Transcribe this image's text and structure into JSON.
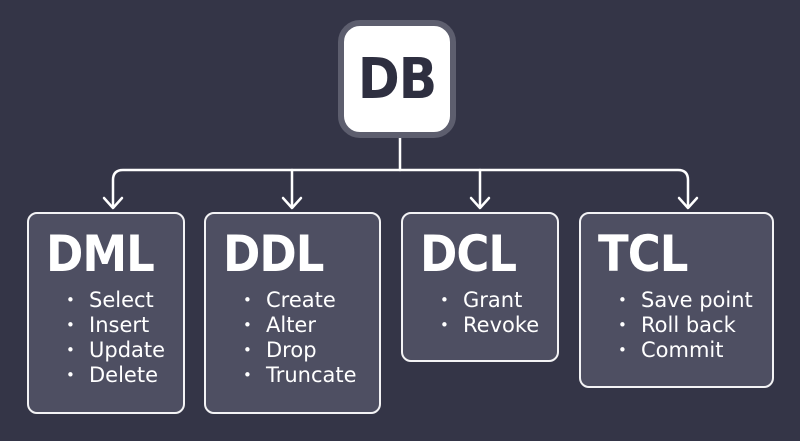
{
  "root": {
    "label": "DB"
  },
  "categories": [
    {
      "title": "DML",
      "items": [
        "Select",
        "Insert",
        "Update",
        "Delete"
      ]
    },
    {
      "title": "DDL",
      "items": [
        "Create",
        "Alter",
        "Drop",
        "Truncate"
      ]
    },
    {
      "title": "DCL",
      "items": [
        "Grant",
        "Revoke"
      ]
    },
    {
      "title": "TCL",
      "items": [
        "Save point",
        "Roll back",
        "Commit"
      ]
    }
  ],
  "colors": {
    "background": "#343547",
    "box_fill": "#4e4f62",
    "box_border": "#f3f3f5",
    "root_fill": "#ffffff",
    "root_border": "#5d5e6e",
    "root_text": "#2e2f40",
    "connector": "#ffffff"
  }
}
